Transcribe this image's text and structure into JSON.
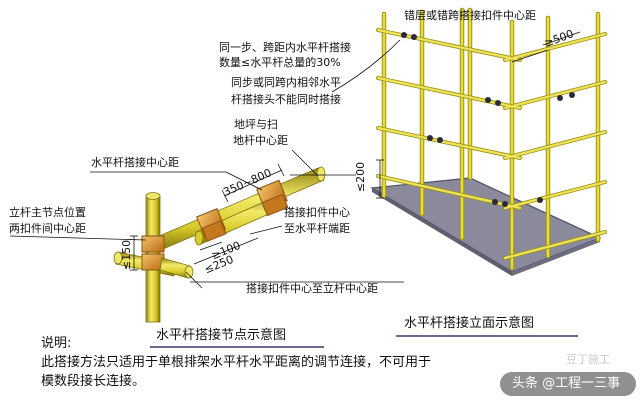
{
  "labels": {
    "stagger_center": "错层或错跨搭接扣件中心距",
    "dim_500": "≥500",
    "rule_line1": "同一步、跨距内水平杆搭接",
    "rule_line2": "数量≤水平杆总量的30%",
    "rule_line3": "同步或同跨内相邻水平",
    "rule_line4": "杆搭接头不能同时搭接",
    "ground_line1": "地坪与扫",
    "ground_line2": "地杆中心距",
    "dim_200": "≤200",
    "lap_center": "水平杆搭接中心距",
    "dim_350_800": "350~800",
    "node_line1": "立杆主节点位置",
    "node_line2": "两扣件间中心距",
    "dim_150": "≤150",
    "clamp_end_line1": "搭接扣件中心",
    "clamp_end_line2": "至水平杆端距",
    "dim_100": "≥100",
    "dim_250": "≤250",
    "clamp_to_pole": "搭接扣件中心至立杆中心距",
    "caption_node": "水平杆搭接节点示意图",
    "caption_elevation": "水平杆搭接立面示意图",
    "note_title": "说明:",
    "note_line1": "此搭接方法只适用于单根排架水平杆水平距离的调节连接，不可用于",
    "note_line2": "模数段接长连接。",
    "watermark1": "头条 @工程一三事",
    "watermark2": "豆丁施工"
  },
  "colors": {
    "pipe": "#e8dc3a",
    "pipe_dark": "#a69a12",
    "clamp": "#e39a2c",
    "clamp_dark": "#8a5413",
    "floor": "#8a8a9c",
    "floor_edge": "#4f4f60"
  }
}
